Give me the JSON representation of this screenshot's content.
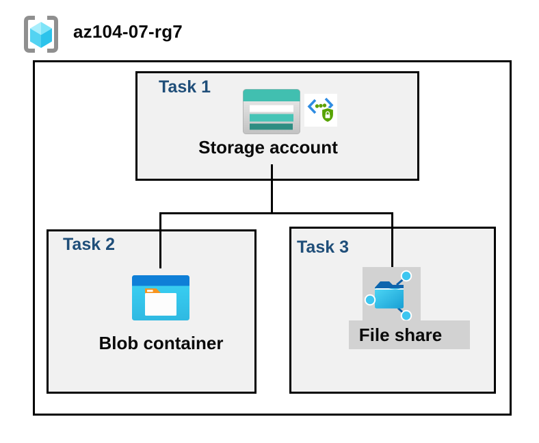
{
  "header": {
    "resource_group": "az104-07-rg7",
    "icon": "resource-group-icon"
  },
  "boxes": {
    "task1": {
      "label": "Task 1",
      "item": "Storage account",
      "icons": [
        "storage-account-icon",
        "shared-access-signature-icon"
      ]
    },
    "task2": {
      "label": "Task 2",
      "item": "Blob container",
      "icons": [
        "blob-container-icon"
      ]
    },
    "task3": {
      "label": "Task 3",
      "item": "File share",
      "icons": [
        "file-share-icon"
      ]
    }
  },
  "edges": [
    {
      "from": "Storage account",
      "to": "Blob container"
    },
    {
      "from": "Storage account",
      "to": "File share"
    }
  ],
  "colors": {
    "background": "#FFFFFF",
    "box_fill": "#F1F1F1",
    "box_border": "#000000",
    "task_label": "#1F4E79",
    "text": "#0A0A0A",
    "storage_teal": "#41BFB0",
    "storage_teal_dark": "#2E8D82",
    "azure_blue": "#0F7FD7",
    "blob_cyan": "#3BD3F5",
    "folder_tab_orange": "#F7941E",
    "sas_chevron_blue": "#2F8CE2",
    "sas_green": "#57A300",
    "bracket_gray": "#8F8F8F",
    "cube_cyan": "#53D3F2",
    "file_share_gray": "#D2D2D2",
    "node_cyan": "#3EC6F0",
    "flap_blue": "#0D65AE"
  }
}
